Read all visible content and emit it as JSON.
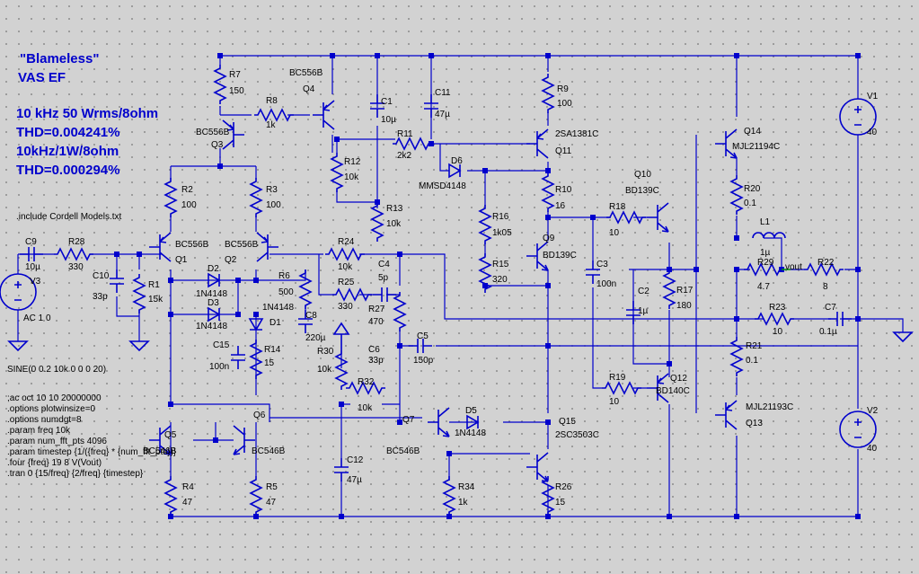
{
  "notes": {
    "title1": "\"Blameless\"",
    "title2": "VAS EF",
    "res1": "10 kHz 50 Wrms/8ohm",
    "thd1": "THD=0.004241%",
    "res2": "10kHz/1W/8ohm",
    "thd2": "THD=0.000294%",
    "include": ".include Cordell Models.txt",
    "sine": "SINE(0 0.2 10k 0 0 0 20)",
    "directives": [
      ";ac oct 10 10 20000000",
      ".options plotwinsize=0",
      ".options numdgt=8",
      ".param freq 10k",
      ".param num_fft_pts 4096",
      ".param timestep {1/({freq} * {num_fft_pts})}",
      ".four {freq} 19 8 V(Vout)",
      ".tran 0 {15/freq} {2/freq} {timestep}"
    ]
  },
  "labels": {
    "R7": "R7",
    "R7v": "150",
    "R8": "R8",
    "R8v": "1k",
    "Q4m": "BC556B",
    "Q4": "Q4",
    "Q3m": "BC556B",
    "Q3": "Q3",
    "C1": "C1",
    "C1v": "10µ",
    "C11": "C11",
    "C11v": "47µ",
    "R9": "R9",
    "R9v": "100",
    "R11": "R11",
    "R11v": "2k2",
    "R12": "R12",
    "R12v": "10k",
    "Q11m": "2SA1381C",
    "Q11": "Q11",
    "D6": "D6",
    "D6m": "MMSD4148",
    "R2": "R2",
    "R2v": "100",
    "R3": "R3",
    "R3v": "100",
    "R13": "R13",
    "R13v": "10k",
    "R10": "R10",
    "R10v": "16",
    "Q10": "Q10",
    "Q10m": "BD139C",
    "Q14": "Q14",
    "Q14m": "MJL21194C",
    "R20": "R20",
    "R20v": "0.1",
    "V1": "V1",
    "V1v": "40",
    "R16": "R16",
    "R16v": "1k05",
    "R18": "R18",
    "R18v": "10",
    "L1": "L1",
    "L1v": "1µ",
    "C9": "C9",
    "C9v": "10µ",
    "R28": "R28",
    "R28v": "330",
    "Q1m": "BC556B",
    "Q2m": "BC556B",
    "Q1": "Q1",
    "Q2": "Q2",
    "R24": "R24",
    "R24v": "10k",
    "Q9": "Q9",
    "Q9m": "BD139C",
    "R29": "R29",
    "R29v": "4.7",
    "vout": "vout",
    "R22": "R22",
    "R22v": "8",
    "C10": "C10",
    "C10v": "33p",
    "R1": "R1",
    "R1v": "15k",
    "D2": "D2",
    "D2m": "1N4148",
    "R6": "R6",
    "R6v": "500",
    "C4": "C4",
    "C4v": "5p",
    "R15": "R15",
    "R15v": "320",
    "C3": "C3",
    "C3v": "100n",
    "C2": "C2",
    "C2v": "1µ",
    "R17": "R17",
    "R17v": "180",
    "V3": "V3",
    "V3v": "AC 1 0",
    "D3": "D3",
    "D3m": "1N4148",
    "D1": "D1",
    "D1m": "1N4148",
    "R25": "R25",
    "R25v": "330",
    "R27": "R27",
    "R27v": "470",
    "C8": "C8",
    "C8v": "220µ",
    "R23": "R23",
    "R23v": "10",
    "C7": "C7",
    "C7v": "0.1µ",
    "C15": "C15",
    "C15v": "100n",
    "R14": "R14",
    "R14v": "15",
    "R30": "R30",
    "R30v": "10k",
    "C6": "C6",
    "C6v": "33p",
    "C5": "C5",
    "C5v": "150p",
    "R21": "R21",
    "R21v": "0.1",
    "R32": "R32",
    "R32v": "10k",
    "R19": "R19",
    "R19v": "10",
    "Q12": "Q12",
    "Q12m": "BD140C",
    "Q13m": "MJL21193C",
    "Q13": "Q13",
    "V2": "V2",
    "V2v": "40",
    "Q5": "Q5",
    "Q5m": "BC546B",
    "Q6": "Q6",
    "Q6m": "BC546B",
    "Q7": "Q7",
    "Q7m": "BC546B",
    "D5": "D5",
    "D5m": "1N4148",
    "Q15": "Q15",
    "Q15m": "2SC3503C",
    "C12": "C12",
    "C12v": "47µ",
    "R4": "R4",
    "R4v": "47",
    "R5": "R5",
    "R5v": "47",
    "R34": "R34",
    "R34v": "1k",
    "R26": "R26",
    "R26v": "15"
  }
}
